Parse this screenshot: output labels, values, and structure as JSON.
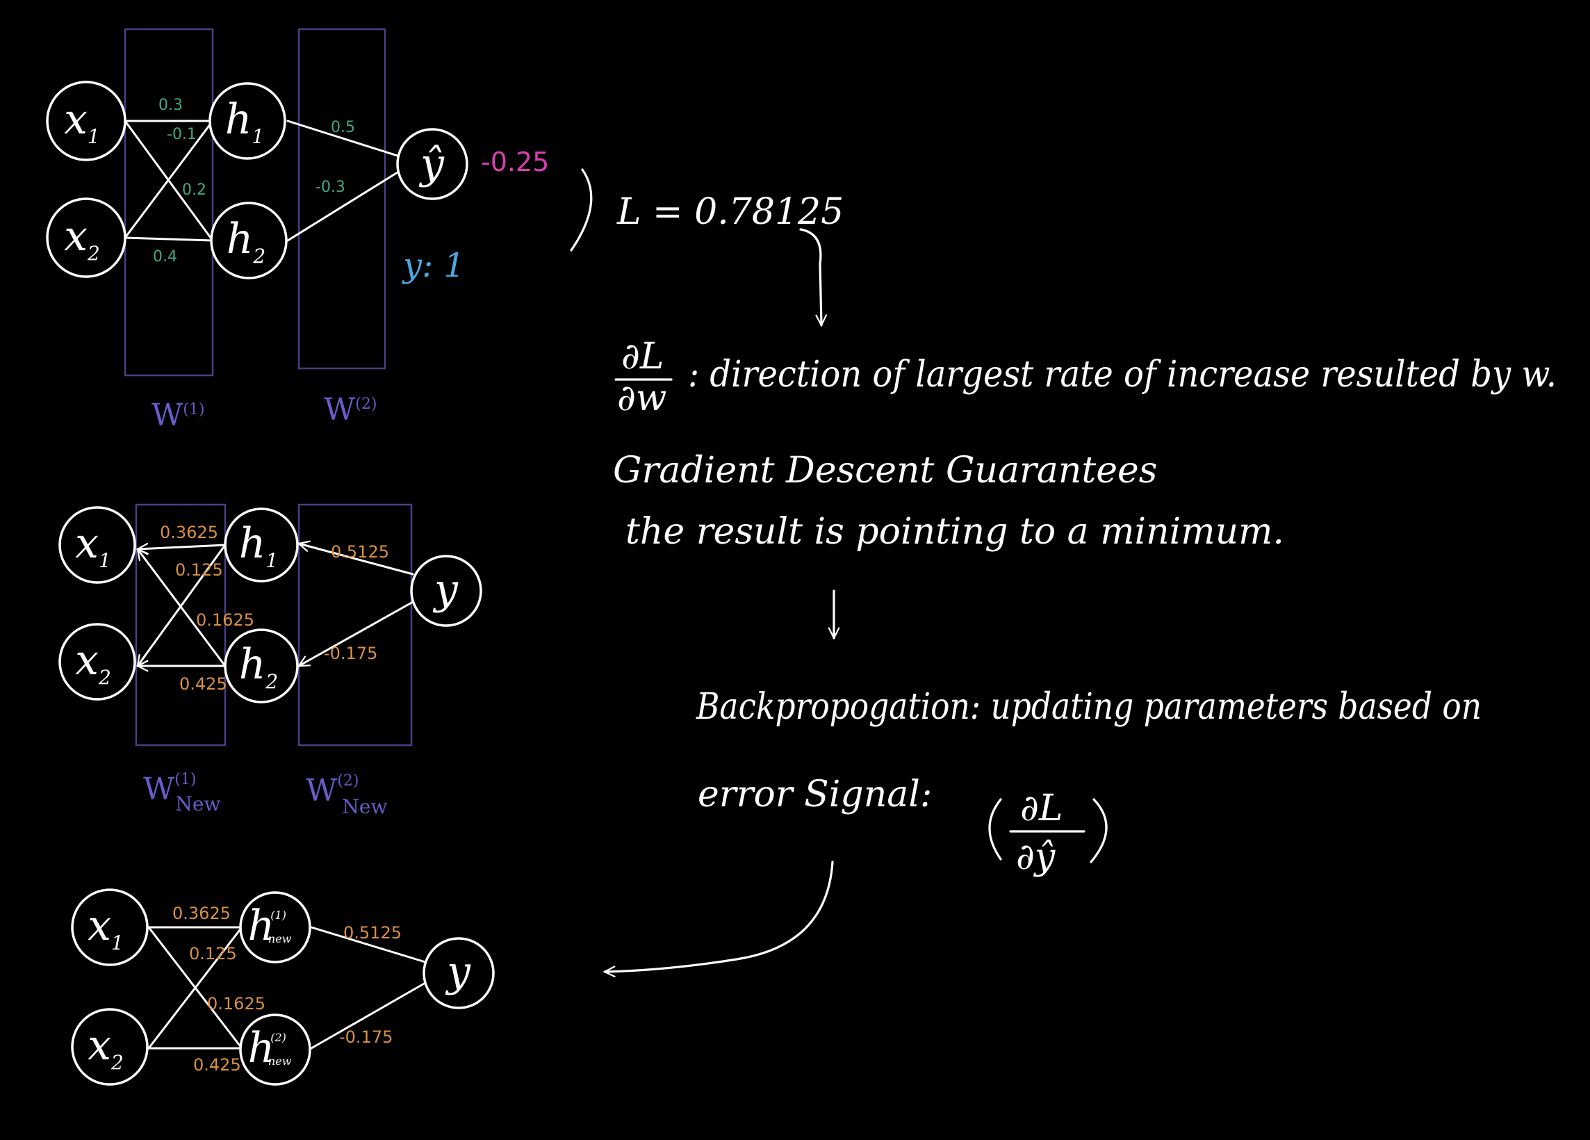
{
  "colors": {
    "background": "#000000",
    "ink": "#ffffff",
    "weights_initial": "#3fa88a",
    "weights_updated": "#d99040",
    "matrix_boxes": "#6c5ac8",
    "error": "#d83fb0",
    "target": "#4aa6e0"
  },
  "diagram1": {
    "x1": "x",
    "x1_sub": "1",
    "x2": "x",
    "x2_sub": "2",
    "h1": "h",
    "h1_sub": "1",
    "h2": "h",
    "h2_sub": "2",
    "yhat": "ŷ",
    "w_x1h1": "0.3",
    "w_x1h2": "-0.1",
    "w_x2h1": "0.2",
    "w_x2h2": "0.4",
    "w_h1y": "0.5",
    "w_h2y": "-0.3",
    "output": "-0.25",
    "target": "y: 1",
    "box1": "W",
    "box1_sup": "(1)",
    "box2": "W",
    "box2_sup": "(2)"
  },
  "loss": "L = 0.78125",
  "gradient_num": "∂L",
  "gradient_den": "∂w",
  "gradient_text": ": direction of largest rate of increase resulted by w.",
  "gd_line1": "Gradient Descent Guarantees",
  "gd_line2": "the result is pointing to a minimum.",
  "backprop_line1": "Backpropogation: updating parameters based on",
  "backprop_line2": "error Signal:",
  "error_num": "∂L",
  "error_den": "∂ŷ",
  "diagram2": {
    "x1": "x",
    "x1_sub": "1",
    "x2": "x",
    "x2_sub": "2",
    "h1": "h",
    "h1_sub": "1",
    "h2": "h",
    "h2_sub": "2",
    "y": "y",
    "w_x1h1": "0.3625",
    "w_x1h2": "0.125",
    "w_x2h1": "0.1625",
    "w_x2h2": "0.425",
    "w_h1y": "0.5125",
    "w_h2y": "-0.175",
    "box1": "W",
    "box1_sup": "(1)",
    "box1_sub": "New",
    "box2": "W",
    "box2_sup": "(2)",
    "box2_sub": "New"
  },
  "diagram3": {
    "x1": "x",
    "x1_sub": "1",
    "x2": "x",
    "x2_sub": "2",
    "h1": "h",
    "h1_sup": "(1)",
    "h1_sub": "new",
    "h2": "h",
    "h2_sup": "(2)",
    "h2_sub": "new",
    "y": "y",
    "w_x1h1": "0.3625",
    "w_x1h2": "0.125",
    "w_x2h1": "0.1625",
    "w_x2h2": "0.425",
    "w_h1y": "0.5125",
    "w_h2y": "-0.175"
  }
}
